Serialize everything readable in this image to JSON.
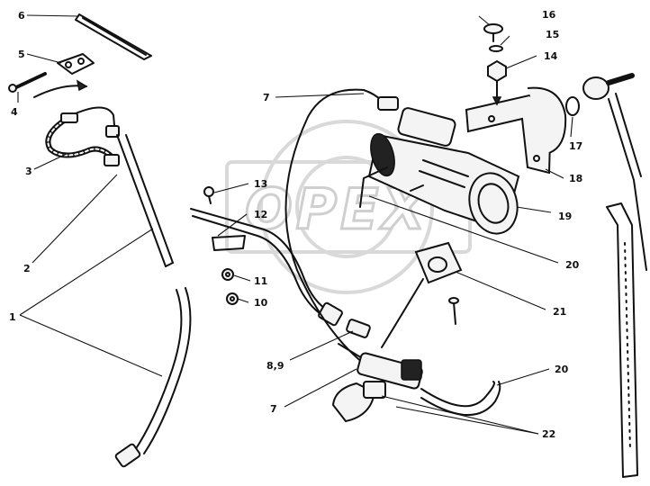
{
  "watermark": "OPEX",
  "callouts": [
    {
      "id": "c1",
      "label": "1"
    },
    {
      "id": "c2",
      "label": "2"
    },
    {
      "id": "c3",
      "label": "3"
    },
    {
      "id": "c4",
      "label": "4"
    },
    {
      "id": "c5",
      "label": "5"
    },
    {
      "id": "c6",
      "label": "6"
    },
    {
      "id": "c7a",
      "label": "7"
    },
    {
      "id": "c7b",
      "label": "7"
    },
    {
      "id": "c89",
      "label": "8,9"
    },
    {
      "id": "c10",
      "label": "10"
    },
    {
      "id": "c11",
      "label": "11"
    },
    {
      "id": "c12",
      "label": "12"
    },
    {
      "id": "c13",
      "label": "13"
    },
    {
      "id": "c14",
      "label": "14"
    },
    {
      "id": "c15",
      "label": "15"
    },
    {
      "id": "c16",
      "label": "16"
    },
    {
      "id": "c17",
      "label": "17"
    },
    {
      "id": "c18",
      "label": "18"
    },
    {
      "id": "c19",
      "label": "19"
    },
    {
      "id": "c20a",
      "label": "20"
    },
    {
      "id": "c20b",
      "label": "20"
    },
    {
      "id": "c21",
      "label": "21"
    },
    {
      "id": "c22",
      "label": "22"
    }
  ]
}
